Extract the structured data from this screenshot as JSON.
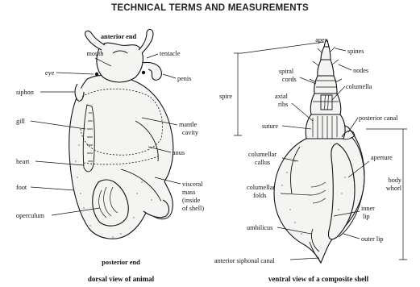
{
  "title": "TECHNICAL TERMS AND MEASUREMENTS",
  "animal": {
    "top_label": "anterior end",
    "bottom_label": "posterior end",
    "caption": "dorsal view of animal",
    "labels": {
      "mouth": "mouth",
      "tentacle": "tentacle",
      "eye": "eye",
      "penis": "penis",
      "siphon": "siphon",
      "gill": "gill",
      "mantle1": "mantle",
      "mantle2": "cavity",
      "anus": "anus",
      "heart": "heart",
      "foot": "foot",
      "visceral1": "visceral",
      "visceral2": "mass",
      "visceral3": "(inside",
      "visceral4": "of shell)",
      "operculum": "operculum"
    }
  },
  "shell": {
    "caption": "ventral view of a composite shell",
    "labels": {
      "apex": "apex",
      "spines": "spines",
      "spiral1": "spiral",
      "spiral2": "cords",
      "nodes": "nodes",
      "axial1": "axial",
      "axial2": "ribs",
      "columella": "columella",
      "spire": "spire",
      "posterior_canal": "posterior canal",
      "suture": "suture",
      "colcallus1": "columellar",
      "colcallus2": "callus",
      "aperture": "aperture",
      "body1": "body",
      "body2": "whorl",
      "colfolds1": "columellar",
      "colfolds2": "folds",
      "inner1": "inner",
      "inner2": "lip",
      "umbilicus": "umbilicus",
      "outer_lip": "outer lip",
      "anterior_canal": "anterior siphonal canal"
    }
  }
}
